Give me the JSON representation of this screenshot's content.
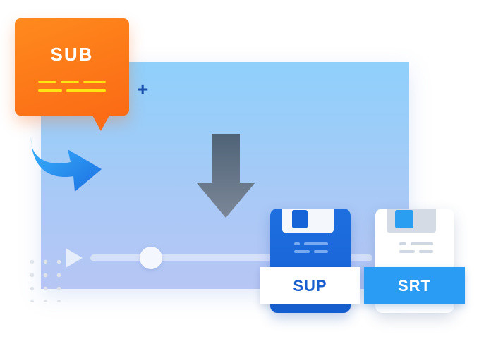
{
  "subtitle_bubble": {
    "label": "SUB"
  },
  "plus_sign": "+",
  "files": [
    {
      "label": "SUP",
      "card_color": "#1563d6",
      "label_color": "#1a5fcf"
    },
    {
      "label": "SRT",
      "card_color": "#ffffff",
      "label_color": "#ffffff"
    }
  ],
  "colors": {
    "bubble": "#fb6c14",
    "bubble_dashes": "#ffe414",
    "panel": "#95cdfa",
    "arrow_down": "#6e7e92",
    "curved_arrow": "#2a86ec",
    "srt_label_bg": "#2b9cf3"
  },
  "icons": [
    "play-icon",
    "curved-arrow-icon",
    "down-arrow-icon",
    "sup-file-icon",
    "srt-file-icon"
  ]
}
